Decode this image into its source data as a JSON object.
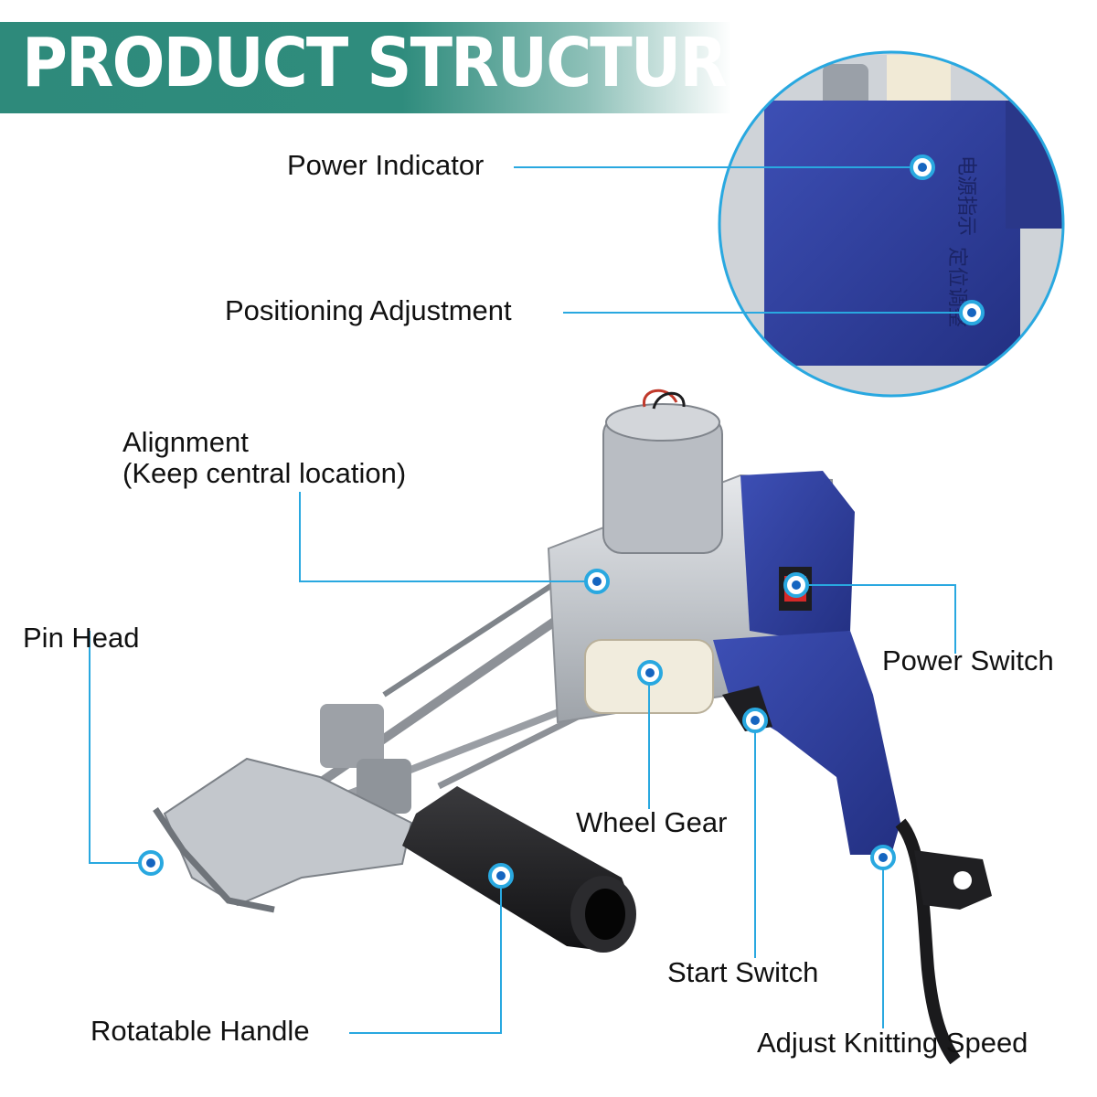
{
  "banner": {
    "title": "PRODUCT STRUCTURE"
  },
  "callouts": {
    "power_indicator": "Power Indicator",
    "positioning_adjustment": "Positioning Adjustment",
    "alignment_line1": "Alignment",
    "alignment_line2": "(Keep central location)",
    "pin_head": "Pin Head",
    "power_switch": "Power Switch",
    "wheel_gear": "Wheel Gear",
    "start_switch": "Start Switch",
    "rotatable_handle": "Rotatable Handle",
    "adjust_knitting_speed": "Adjust Knitting Speed"
  },
  "colors": {
    "banner": "#2f8c7d",
    "leader": "#29a8e0",
    "body_blue": "#2f3f9a",
    "metal": "#c9ccd1",
    "handle": "#1d1d1f"
  }
}
